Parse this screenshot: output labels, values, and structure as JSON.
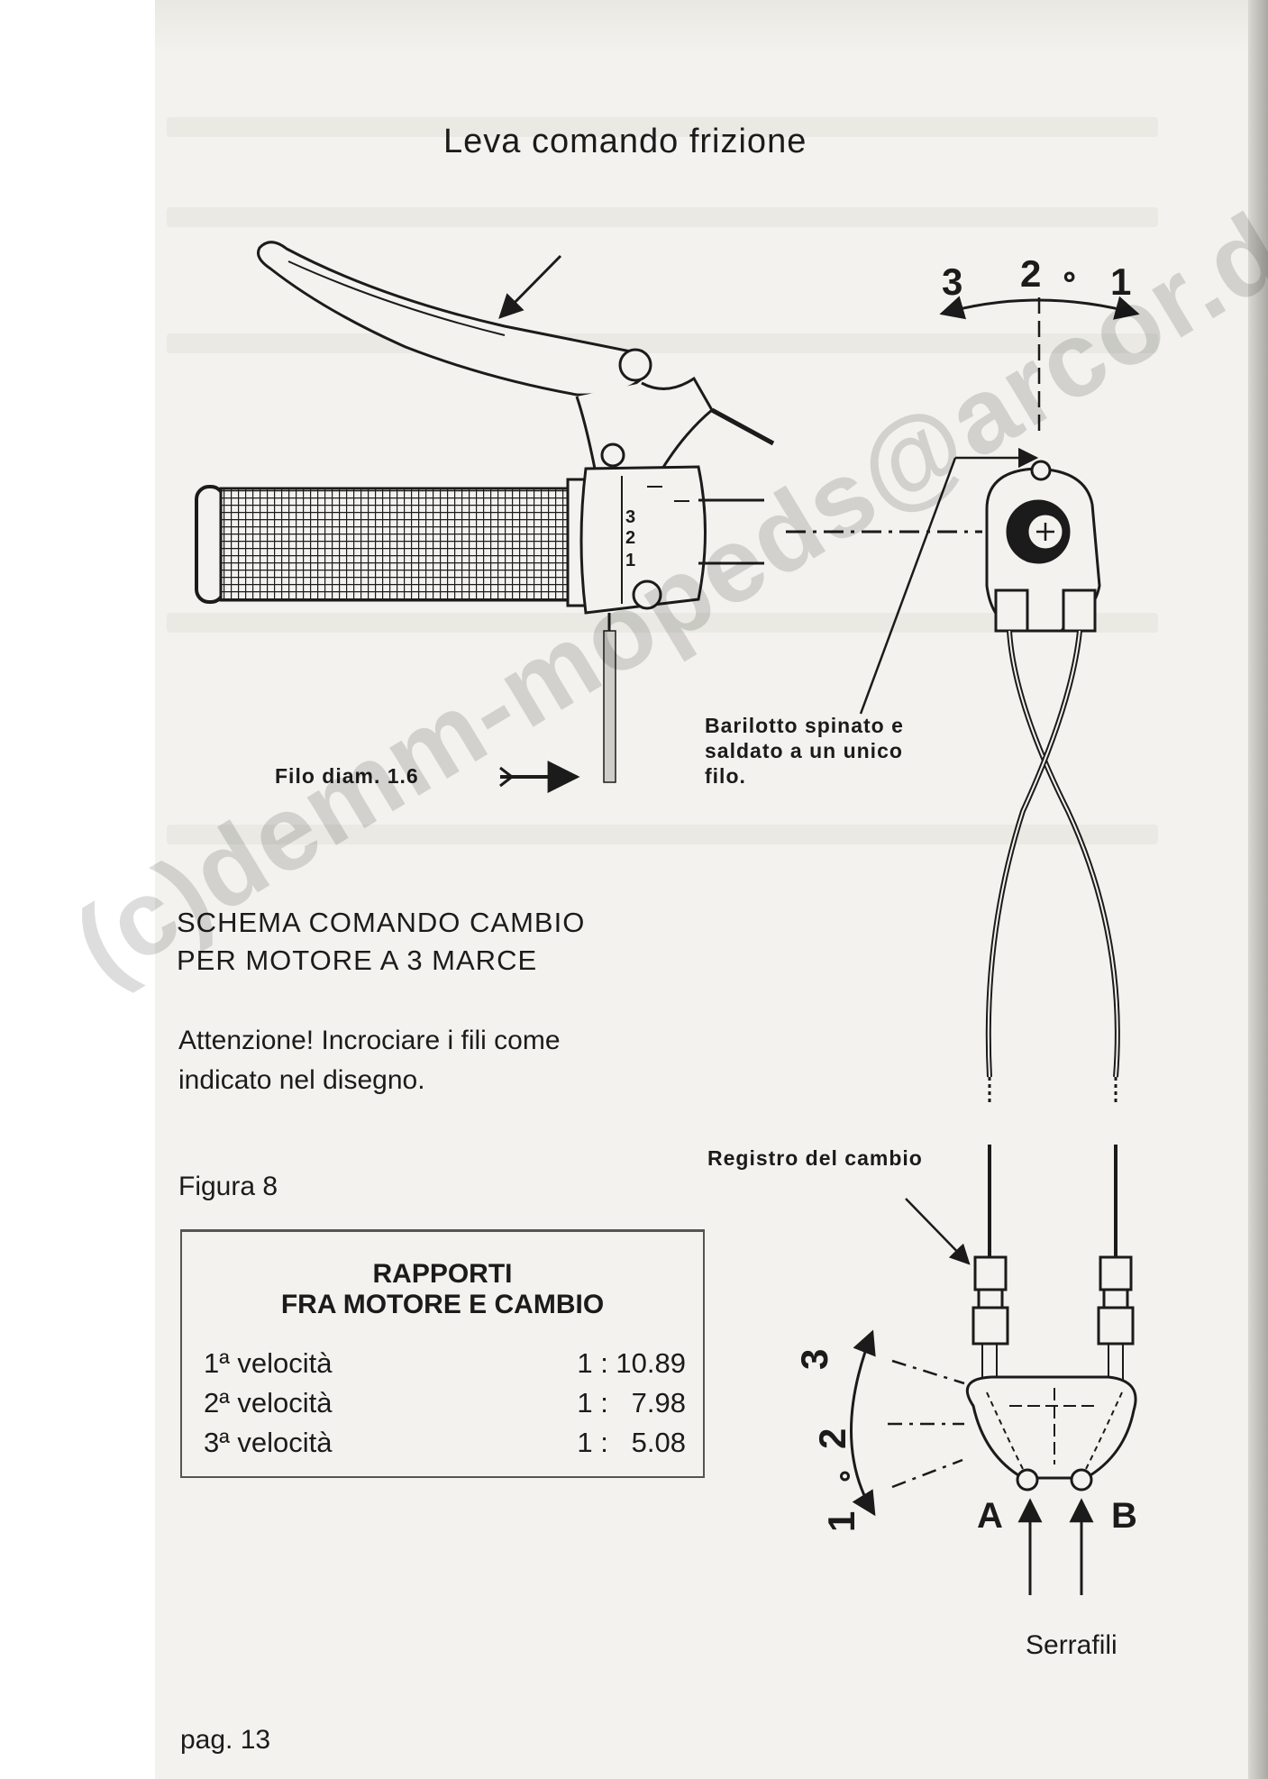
{
  "title": "Leva comando frizione",
  "gear_top": {
    "n3": "3",
    "n2": "2",
    "dot": "∘",
    "n1": "1"
  },
  "grip_gears": {
    "g3": "3",
    "g2": "2",
    "g1": "1"
  },
  "labels": {
    "barilotto": [
      "Barilotto spinato e",
      "saldato a un unico",
      "filo."
    ],
    "filo": "Filo diam. 1.6",
    "registro": "Registro del cambio",
    "serrafili": "Serrafili",
    "a": "A",
    "b": "B"
  },
  "schema": [
    "SCHEMA COMANDO CAMBIO",
    "PER MOTORE A 3 MARCE"
  ],
  "attenzione": [
    "Attenzione! Incrociare i fili come",
    "indicato nel disegno."
  ],
  "figura": "Figura 8",
  "table": {
    "header": [
      "RAPPORTI",
      "FRA MOTORE E CAMBIO"
    ],
    "rows": [
      {
        "gear": "1ª velocità",
        "ratio": "1 : 10.89"
      },
      {
        "gear": "2ª velocità",
        "ratio": "1 :   7.98"
      },
      {
        "gear": "3ª velocità",
        "ratio": "1 :   5.08"
      }
    ]
  },
  "gear_bottom": {
    "n3": "3",
    "n2": "2",
    "dot": "∘",
    "n1": "1"
  },
  "watermark": "(c)demm-mopeds@arcor.de",
  "page_number": "pag. 13"
}
